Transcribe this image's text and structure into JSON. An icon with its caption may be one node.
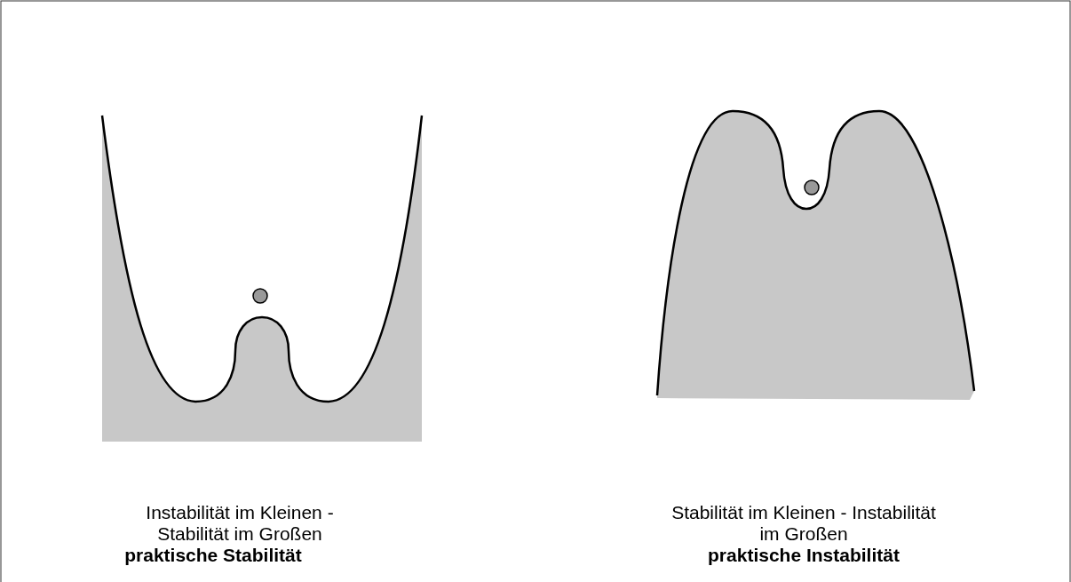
{
  "diagram": {
    "labels": [
      "Instabilität im Kleinen - Stabilität im Großen",
      "praktische Stabilität",
      "Stabilität im Kleinen - Instabilität im Großen",
      "praktische Instabilität"
    ]
  }
}
